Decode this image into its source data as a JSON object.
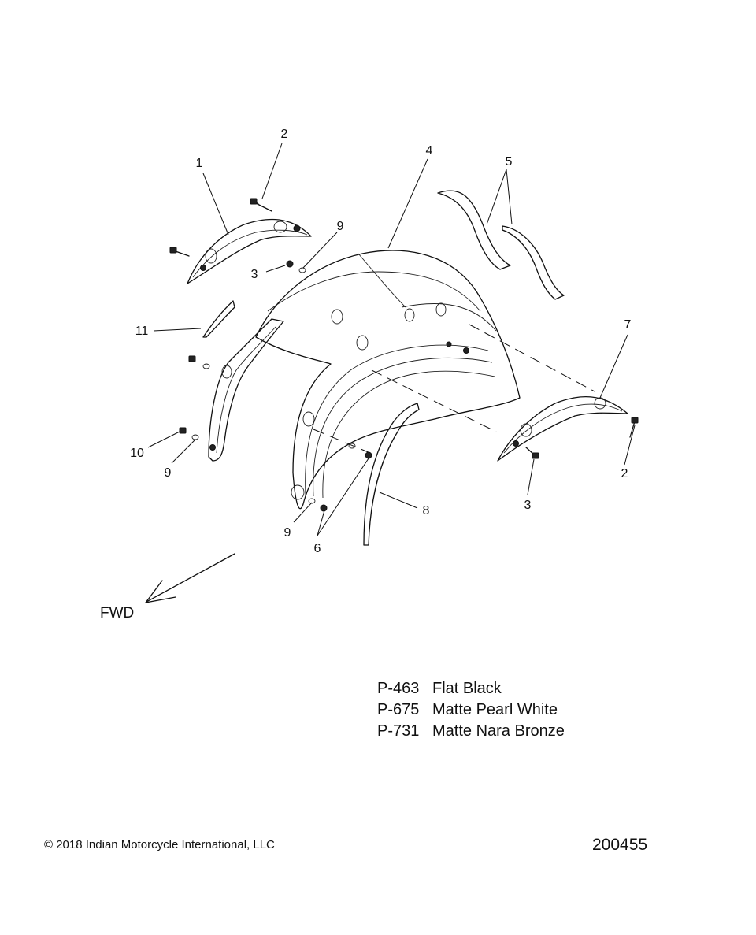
{
  "callouts": [
    {
      "id": "c1",
      "text": "1"
    },
    {
      "id": "c2a",
      "text": "2"
    },
    {
      "id": "c2b",
      "text": "2"
    },
    {
      "id": "c3a",
      "text": "3"
    },
    {
      "id": "c3b",
      "text": "3"
    },
    {
      "id": "c4",
      "text": "4"
    },
    {
      "id": "c5",
      "text": "5"
    },
    {
      "id": "c6",
      "text": "6"
    },
    {
      "id": "c7",
      "text": "7"
    },
    {
      "id": "c8",
      "text": "8"
    },
    {
      "id": "c9a",
      "text": "9"
    },
    {
      "id": "c9b",
      "text": "9"
    },
    {
      "id": "c9c",
      "text": "9"
    },
    {
      "id": "c10",
      "text": "10"
    },
    {
      "id": "c11",
      "text": "11"
    }
  ],
  "fwd_label": "FWD",
  "paint_codes": [
    {
      "code": "P-463",
      "name": "Flat Black"
    },
    {
      "code": "P-675",
      "name": "Matte Pearl White"
    },
    {
      "code": "P-731",
      "name": "Matte Nara Bronze"
    }
  ],
  "copyright": "© 2018 Indian Motorcycle International, LLC",
  "figure_number": "200455"
}
